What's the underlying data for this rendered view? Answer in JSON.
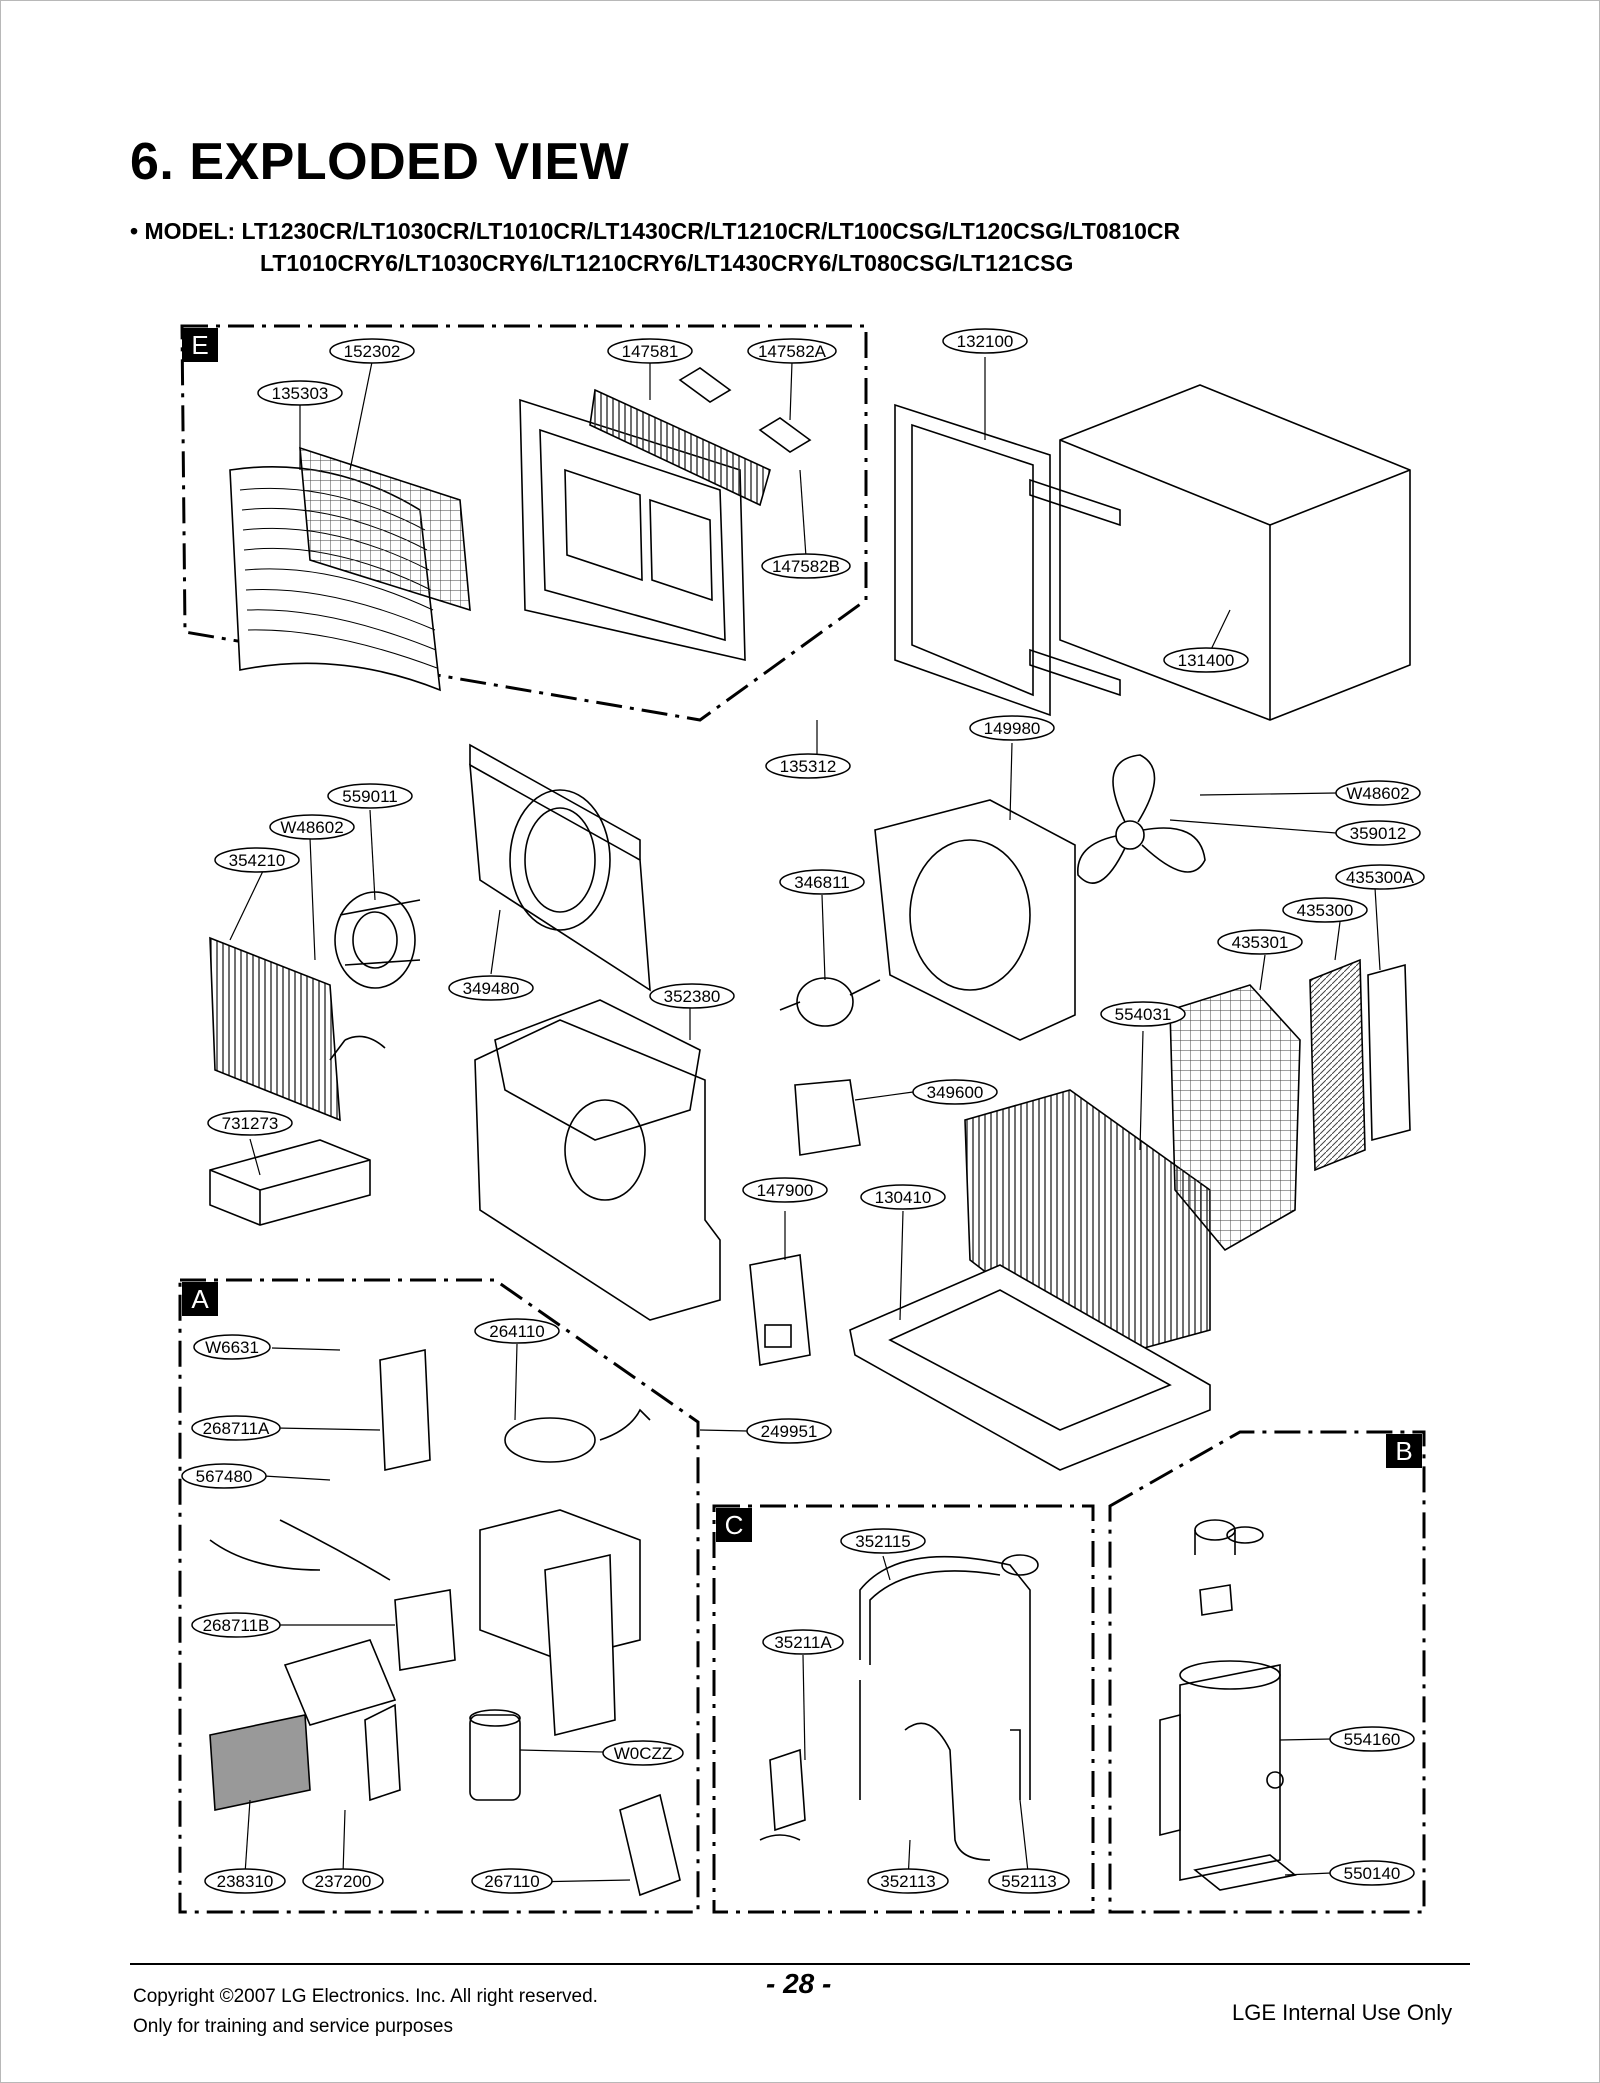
{
  "header": {
    "title": "6. EXPLODED VIEW",
    "model_line1": "• MODEL: LT1230CR/LT1030CR/LT1010CR/LT1430CR/LT1210CR/LT100CSG/LT120CSG/LT0810CR",
    "model_line2": "LT1010CRY6/LT1030CRY6/LT1210CRY6/LT1430CRY6/LT080CSG/LT121CSG"
  },
  "sections": {
    "E": "E",
    "A": "A",
    "C": "C",
    "B": "B"
  },
  "parts": [
    "152302",
    "147581",
    "147582A",
    "135303",
    "147582B",
    "132100",
    "131400",
    "135312",
    "149980",
    "559011",
    "W48602",
    "354210",
    "349480",
    "346811",
    "W48602",
    "359012",
    "435300A",
    "435300",
    "435301",
    "352380",
    "554031",
    "349600",
    "731273",
    "147900",
    "130410",
    "W6631",
    "264110",
    "268711A",
    "249951",
    "567480",
    "352115",
    "268711B",
    "35211A",
    "W0CZZ",
    "554160",
    "238310",
    "237200",
    "267110",
    "352113",
    "552113",
    "550140"
  ],
  "footer": {
    "copyright": "Copyright ©2007 LG Electronics. Inc. All right reserved.",
    "training": "Only for training and service purposes",
    "page": "- 28 -",
    "internal": "LGE Internal Use Only"
  }
}
